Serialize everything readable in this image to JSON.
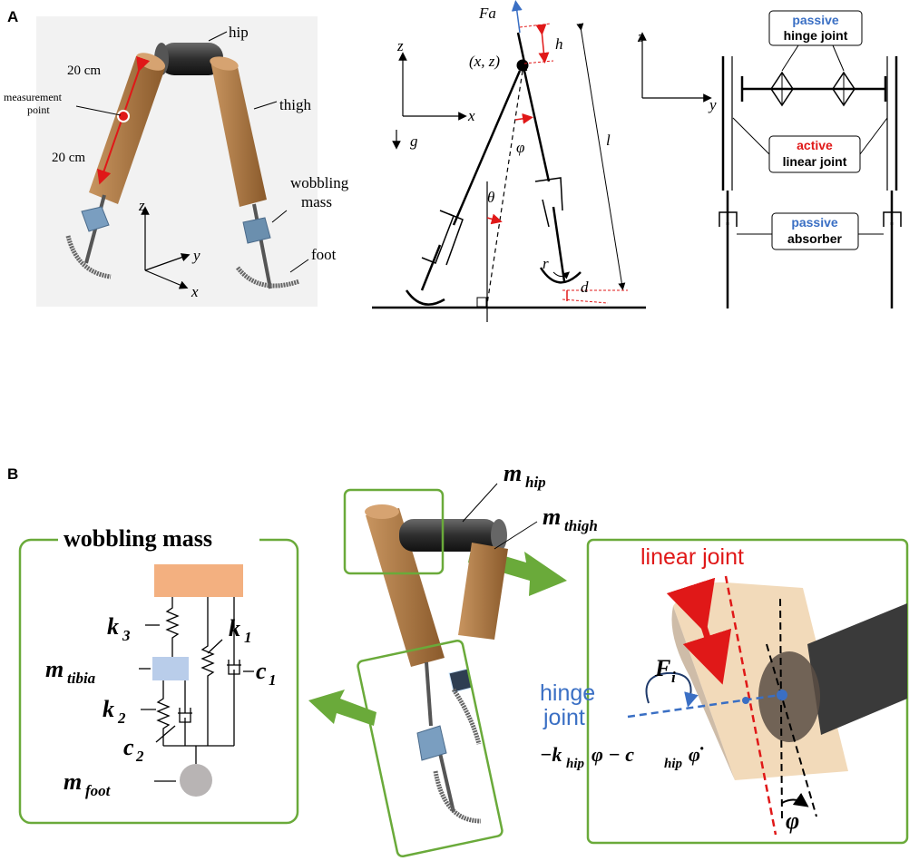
{
  "panel_a": {
    "letter": "A",
    "robot": {
      "hip": "hip",
      "thigh": "thigh",
      "wobbling_mass_1": "wobbling",
      "wobbling_mass_2": "mass",
      "foot": "foot",
      "measurement_1": "measurement",
      "measurement_2": "point",
      "dim_upper": "20 cm",
      "dim_lower": "20 cm",
      "axis_z": "z",
      "axis_y": "y",
      "axis_x": "x"
    },
    "kinematic": {
      "fa": "Fa",
      "h": "h",
      "xz": "(x, z)",
      "axis_z": "z",
      "axis_x": "x",
      "g": "g",
      "phi": "φ",
      "theta": "θ",
      "l": "l",
      "r": "r",
      "d": "d"
    },
    "joints": {
      "axis_z": "z",
      "axis_y": "y",
      "hinge_kw": "passive",
      "hinge_name": "hinge joint",
      "linear_kw": "active",
      "linear_name": "linear joint",
      "absorber_kw": "passive",
      "absorber_name": "absorber"
    }
  },
  "panel_b": {
    "letter": "B",
    "m_hip": "m",
    "m_hip_sub": "hip",
    "m_thigh": "m",
    "m_thigh_sub": "thigh",
    "wobbling": {
      "title": "wobbling mass",
      "k3": "k",
      "k3_sub": "3",
      "k1": "k",
      "k1_sub": "1",
      "c1": "c",
      "c1_sub": "1",
      "k2": "k",
      "k2_sub": "2",
      "c2": "c",
      "c2_sub": "2",
      "m_tibia": "m",
      "m_tibia_sub": "tibia",
      "m_foot": "m",
      "m_foot_sub": "foot"
    },
    "detail": {
      "linear_joint": "linear joint",
      "hinge_1": "hinge",
      "hinge_2": "joint",
      "fi": "F",
      "fi_sub": "i",
      "torque": "−k",
      "torque_sub1": "hip",
      "torque_mid": "φ − c",
      "torque_sub2": "hip",
      "torque_end": "φ̇",
      "phi": "φ"
    }
  },
  "colors": {
    "frame_green": "#6aaa3a",
    "thigh_brown": "#a8753f",
    "hip_dark": "#3a3a3a",
    "accent_red": "#e01818",
    "accent_blue": "#3a6fc4",
    "orange_block": "#f3b080",
    "tibia_block": "#b9cdea",
    "foot_grey": "#b8b4b4"
  }
}
